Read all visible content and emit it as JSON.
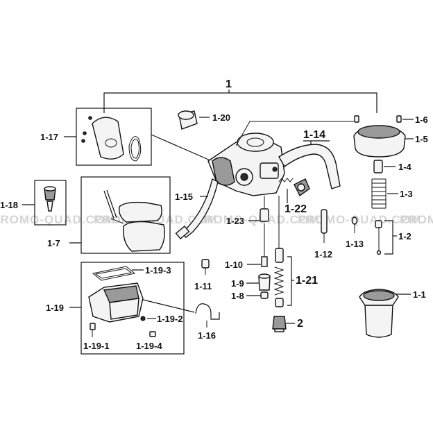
{
  "watermark": "PROMO-QUAD.COM",
  "labels": {
    "assembly": "1",
    "p1_1": "1-1",
    "p1_2": "1-2",
    "p1_3": "1-3",
    "p1_4": "1-4",
    "p1_5": "1-5",
    "p1_6": "1-6",
    "p1_7": "1-7",
    "p1_8": "1-8",
    "p1_9": "1-9",
    "p1_10": "1-10",
    "p1_11": "1-11",
    "p1_12": "1-12",
    "p1_13": "1-13",
    "p1_14": "1-14",
    "p1_15": "1-15",
    "p1_16": "1-16",
    "p1_17": "1-17",
    "p1_18": "1-18",
    "p1_19": "1-19",
    "p1_19_1": "1-19-1",
    "p1_19_2": "1-19-2",
    "p1_19_3": "1-19-3",
    "p1_19_4": "1-19-4",
    "p1_20": "1-20",
    "p1_21": "1-21",
    "p1_22": "1-22",
    "p1_23": "1-23",
    "p2": "2"
  }
}
